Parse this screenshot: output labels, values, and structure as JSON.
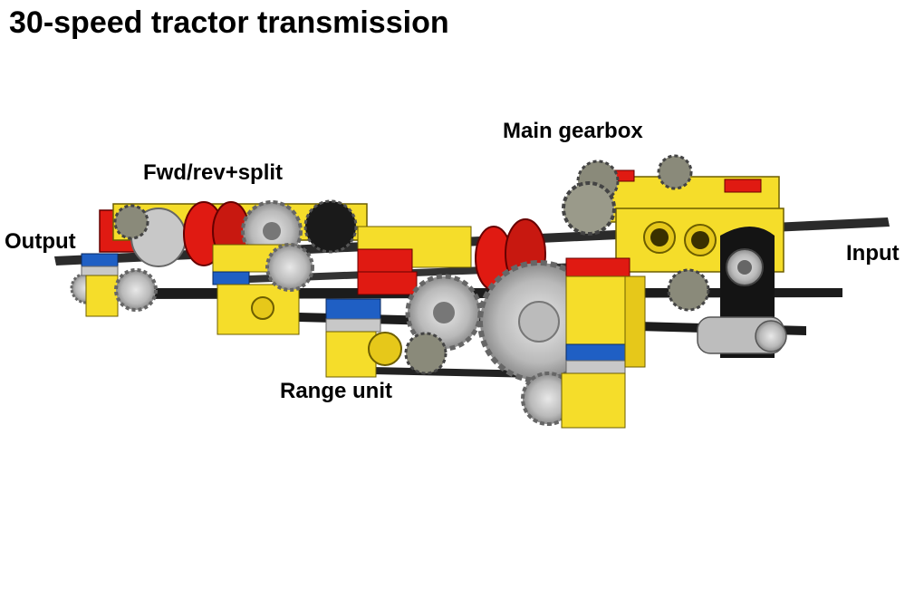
{
  "title": "30-speed tractor transmission",
  "labels": {
    "main_gearbox": "Main gearbox",
    "fwd_rev_split": "Fwd/rev+split",
    "output": "Output",
    "input": "Input",
    "range_unit": "Range unit"
  },
  "colors": {
    "yellow": "#f5dd2a",
    "red": "#e01a12",
    "blue": "#1f5fc4",
    "light_gray": "#c8c8c8",
    "dark_gray": "#6b6b5e",
    "black": "#141414"
  }
}
